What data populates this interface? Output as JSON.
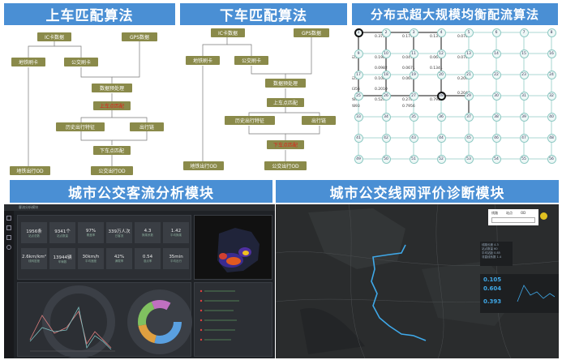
{
  "headers": {
    "boarding": "上车匹配算法",
    "alighting": "下车匹配算法",
    "distributed": "分布式超大规模均衡配流算法",
    "passenger": "城市公交客流分析模块",
    "network": "城市公交线网评价诊断模块"
  },
  "boarding": {
    "ic": "IC卡数据",
    "gps": "GPS数据",
    "subway": "地铁刷卡",
    "bus": "公交刷卡",
    "pre": "数据预处理",
    "match": "上车点匹配",
    "hist": "历史出行特征",
    "route": "出行链",
    "down": "下车点匹配",
    "subway_od": "地铁出行OD",
    "bus_od": "公交出行OD"
  },
  "alighting": {
    "ic": "IC卡数据",
    "gps": "GPS数据",
    "subway": "地铁刷卡",
    "bus": "公交刷卡",
    "pre": "数据预处理",
    "match": "上车点匹配",
    "hist": "历史出行特征",
    "route": "出行链",
    "down": "下车点匹配",
    "subway_od": "地铁出行OD",
    "bus_od": "公交出行OD"
  },
  "grid": {
    "nodes": [
      "1",
      "2",
      "3",
      "4",
      "5",
      "6",
      "7",
      "8",
      "9",
      "10",
      "11",
      "12",
      "13",
      "14",
      "15",
      "16",
      "17",
      "18",
      "19",
      "20",
      "21",
      "22",
      "23",
      "24",
      "25",
      "26",
      "27",
      "28",
      "29",
      "30",
      "31",
      "32",
      "33",
      "34",
      "35",
      "36",
      "37",
      "38",
      "39",
      "40",
      "41",
      "42",
      "43",
      "44",
      "45",
      "46",
      "47",
      "48",
      "49",
      "50",
      "51",
      "52",
      "53",
      "54",
      "55",
      "56"
    ],
    "edge_labels": [
      "0.3750",
      "0.1790",
      "0.1374",
      "0.0703",
      "0.6250",
      "0.1961",
      "0.0476",
      "0.0671",
      "0.0703",
      "0.0982",
      "0.0671",
      "0.1341",
      "0.6250",
      "0.1009",
      "0.0697",
      "0.2044",
      "0.3356",
      "0.2010",
      "0.2893",
      "0.2707",
      "0.2044",
      "0.2893",
      "0.5249",
      "0.7956",
      "0.7956"
    ]
  },
  "dashboard": {
    "title": "客流分析模块",
    "kpis": [
      [
        "1956条",
        "站点总数"
      ],
      [
        "9341个",
        "站点数量"
      ],
      [
        "97%",
        "覆盖率"
      ],
      [
        "339万人次",
        "日客流"
      ],
      [
        "4.3",
        "换乘系数"
      ],
      [
        "1.42",
        "平均换乘"
      ],
      [
        "2.6km/km²",
        "线网密度"
      ],
      [
        "13944辆",
        "车辆数"
      ],
      [
        "30km/h",
        "平均速度"
      ],
      [
        "42%",
        "满载率"
      ],
      [
        "0.54",
        "准点率"
      ],
      [
        "35min",
        "平均出行"
      ]
    ]
  },
  "map": {
    "tabs": [
      "线路",
      "站点",
      "OD"
    ],
    "stats": [
      "线路长度 4.3",
      "站点数量 60",
      "平均站距 0.85",
      "非直线系数 1.4"
    ],
    "val1": "0.105",
    "val2": "0.604",
    "val3": "0.393"
  }
}
